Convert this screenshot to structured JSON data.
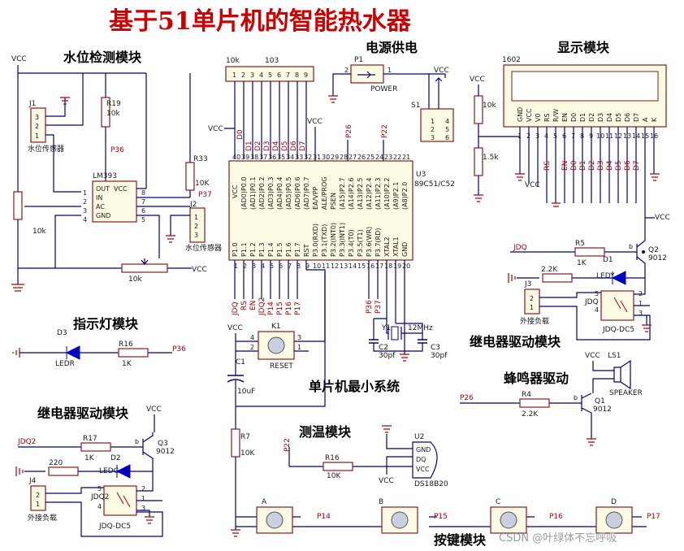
{
  "title": "基于51单片机的智能热水器",
  "sections": {
    "water_level": "水位检测模块",
    "power": "电源供电",
    "display": "显示模块",
    "indicator": "指示灯模块",
    "relay_left": "继电器驱动模块",
    "relay_right": "继电器驱动模块",
    "mcu_min": "单片机最小系统",
    "buzzer": "蜂鸣器驱动",
    "temp": "测温模块",
    "keys": "按键模块"
  },
  "labels": {
    "vcc": "VCC",
    "r19": "R19",
    "r19_val": "10k",
    "r33": "R33",
    "r33_val": "10K",
    "j1": "J1",
    "j1_desc": "水位传感器",
    "j2": "J2",
    "j2_desc": "水位传感器",
    "lm393": "LM393",
    "lm_pins": [
      "OUT",
      "VCC",
      "IN",
      "AC",
      "GND"
    ],
    "pot_left": "10k",
    "pot_bottom": "10k",
    "net_p36": "P36",
    "net_p37": "P37",
    "rp_name": "10k",
    "rp_num": "103",
    "p1": "P1",
    "power_name": "POWER",
    "s1": "S1",
    "u3": "U3",
    "u3_part": "89C51/C52",
    "net_p26": "P26",
    "net_p22": "P22",
    "mcu_left_pins": [
      "VCC",
      "(AD0)P0.0",
      "(AD1)P0.1",
      "(AD2)P0.2",
      "(AD3)P0.3",
      "(AD4)P0.4",
      "(AD5)P0.5",
      "(AD6)P0.6",
      "(AD7)P0.7",
      "EA/VPP",
      "ALE/PROG",
      "PSEN",
      "(A15)P2.7",
      "(A14)P2.6",
      "(A13)P2.5",
      "(A12)P2.4",
      "(A11)P2.3",
      "(A10)P2.2",
      "(A9)P2.1",
      "(A8)P2.0"
    ],
    "mcu_bottom_pins": [
      "P1.0",
      "P1.1",
      "P1.2",
      "P1.3",
      "P1.4",
      "P1.5",
      "P1.6",
      "P1.7",
      "RST",
      "P3.0(RXD)",
      "P3.1(TXD)",
      "P3.2(INT0)",
      "P3.3(INT1)",
      "P3.4(T0)",
      "P3.5(T1)",
      "P3.6(WR)",
      "P3.7(RD)",
      "XTAL2",
      "XTAL1",
      "GND"
    ],
    "mcu_top_nets": [
      "D0",
      "D1",
      "D2",
      "D3",
      "D4",
      "D5",
      "D6",
      "D7"
    ],
    "mcu_bottom_nets": [
      "JDQ",
      "RS",
      "EN",
      "JDQ2",
      "P14",
      "P15",
      "P16",
      "P17"
    ],
    "mcu_bottom_nets2": [
      "P36",
      "P37"
    ],
    "lcd": "1602",
    "lcd_pins": [
      "GND",
      "VCC",
      "V0",
      "RS",
      "R/W",
      "EN",
      "D0",
      "D1",
      "D2",
      "D3",
      "D4",
      "D5",
      "D6",
      "D7",
      "A",
      "K"
    ],
    "lcd_nets": [
      "RS",
      "EN",
      "D0",
      "D1",
      "D2",
      "D3",
      "D4",
      "D5",
      "D6",
      "D7"
    ],
    "lcd_r1": "10k",
    "lcd_r2": "1.5k",
    "net_jdq": "JDQ",
    "r5": "R5",
    "r5_val": "1K",
    "q2": "Q2",
    "q2_part": "9012",
    "d1": "D1",
    "ledy": "LEDY",
    "r_2k2": "2.2K",
    "j3": "J3",
    "j3_desc": "外接负载",
    "jdq_label": "JDQ",
    "relay_part": "JDQ-DC5",
    "d3": "D3",
    "r16": "R16",
    "r16_val": "1K",
    "ledr": "LEDR",
    "net_p36b": "P36",
    "net_jdq2": "JDQ2",
    "r17": "R17",
    "r17_val": "1K",
    "q3": "Q3",
    "q3_part": "9012",
    "d2": "D2",
    "ledg": "LEDG",
    "r220": "220",
    "j4": "J4",
    "j4_desc": "外接负载",
    "jdq2_label": "JDQ2",
    "relay_part2": "JDQ-DC5",
    "k1": "K1",
    "reset": "RESET",
    "c1": "C1",
    "c1_val": "10uF",
    "r7": "R7",
    "r7_val": "10K",
    "y1": "Y1",
    "y1_val": "12MHz",
    "c2": "C2",
    "c2_val": "30pf",
    "c3": "C3",
    "c3_val": "30pf",
    "ls1": "LS1",
    "speaker": "SPEAKER",
    "net_p26b": "P26",
    "r4": "R4",
    "r4_val": "2.2K",
    "q1": "Q1",
    "q1_part": "9012",
    "u2": "U2",
    "ds_pins": [
      "GND",
      "DQ",
      "VCC"
    ],
    "ds_part": "DS18B20",
    "net_p22b": "P22",
    "r16b": "R16",
    "r16b_val": "10K",
    "keys": [
      "A",
      "B",
      "C",
      "D"
    ],
    "key_nets": [
      "P14",
      "P15",
      "P16",
      "P17"
    ],
    "watermark": "CSDN @叶绿体不忘呼吸"
  },
  "colors": {
    "title": "#cc0000",
    "wire": "#000080",
    "net": "#b00000",
    "ground": "#b00000",
    "component_fill": "#fdfbe3",
    "component_stroke": "#8b1a1a"
  }
}
